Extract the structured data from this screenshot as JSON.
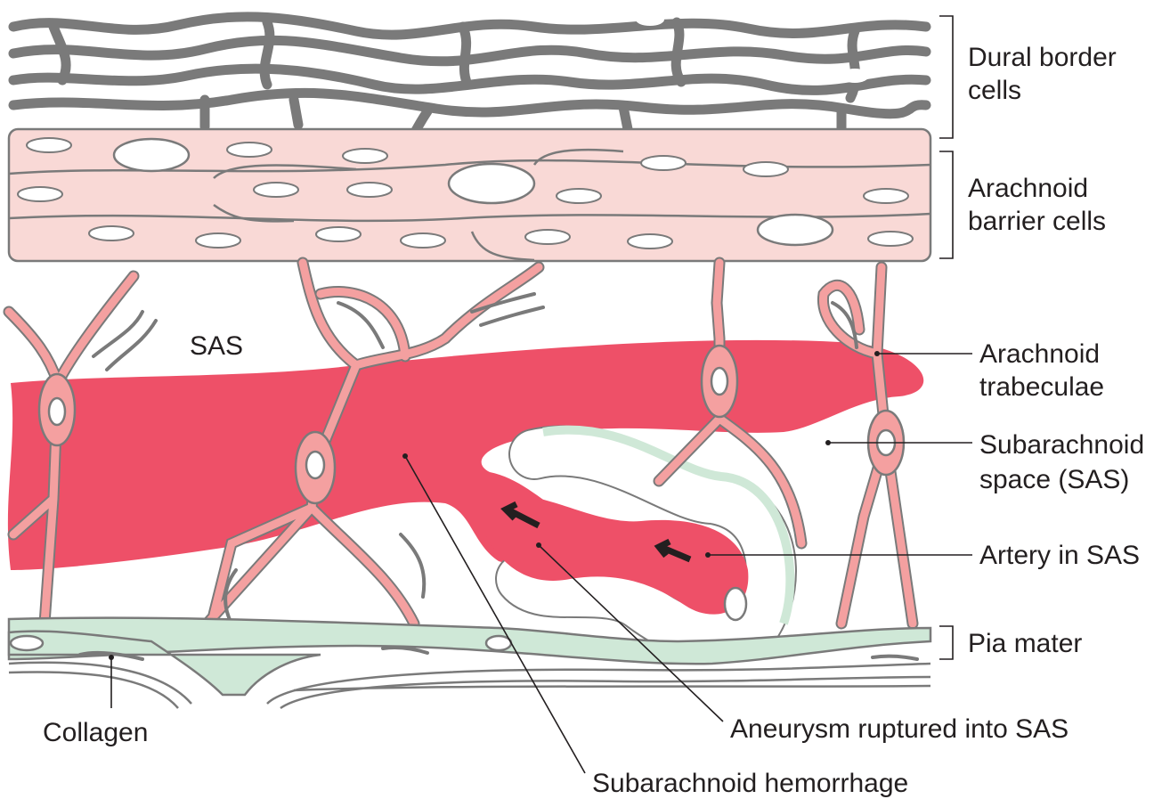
{
  "title": "Meninges and subarachnoid space with ruptured aneurysm",
  "colors": {
    "dura": "#7a7a7a",
    "arachnoid_cells": "#f9d9d6",
    "hemorrhage": "#ee5068",
    "trabeculae": "#f4a0a0",
    "pia": "#cfe8d7"
  },
  "labels": {
    "dural_border_1": "Dural border",
    "dural_border_2": "cells",
    "arachnoid_barrier_1": "Arachnoid",
    "arachnoid_barrier_2": "barrier cells",
    "sas": "SAS",
    "trabeculae_1": "Arachnoid",
    "trabeculae_2": "trabeculae",
    "subarachnoid_1": "Subarachnoid",
    "subarachnoid_2": "space (SAS)",
    "artery": "Artery in SAS",
    "pia": "Pia mater",
    "collagen": "Collagen",
    "aneurysm": "Aneurysm ruptured into SAS",
    "hemorrhage": "Subarachnoid hemorrhage"
  }
}
